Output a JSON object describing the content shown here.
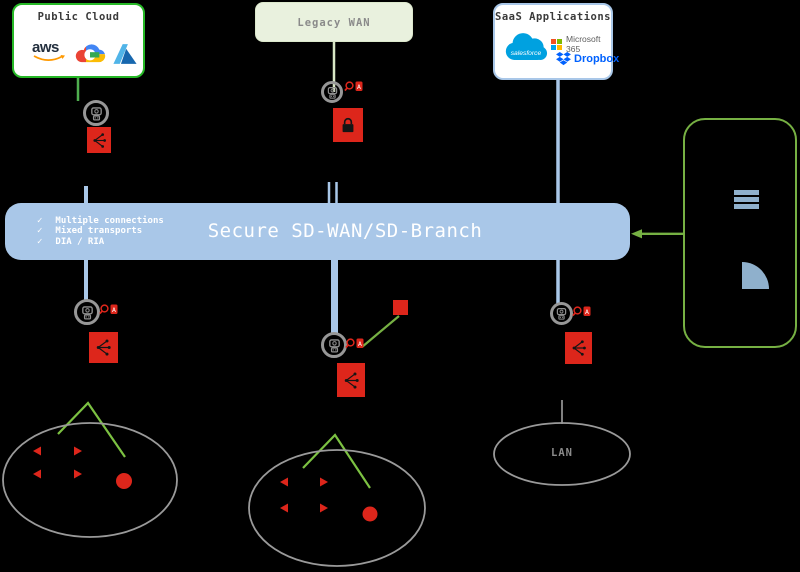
{
  "public_cloud": {
    "title": "Public Cloud",
    "aws_label": "aws"
  },
  "legacy_wan": {
    "title": "Legacy WAN"
  },
  "saas": {
    "title": "SaaS Applications",
    "salesforce_label": "salesforce",
    "microsoft_label": "Microsoft 365",
    "dropbox_label": "Dropbox"
  },
  "sdwan_bar": {
    "title": "Secure SD-WAN/SD-Branch",
    "checkmark": "✓",
    "features": [
      "Multiple connections",
      "Mixed transports",
      "DIA / RIA"
    ]
  },
  "inspection_tag": "A",
  "lan_label": "LAN",
  "colors": {
    "appliance_red": "#dd261b",
    "bar_blue": "#a9c7e8",
    "panel_blue": "#8fb0cc",
    "cloud_green": "#26b826",
    "branch_green": "#76b043",
    "line_gray": "#9a9a9a"
  }
}
